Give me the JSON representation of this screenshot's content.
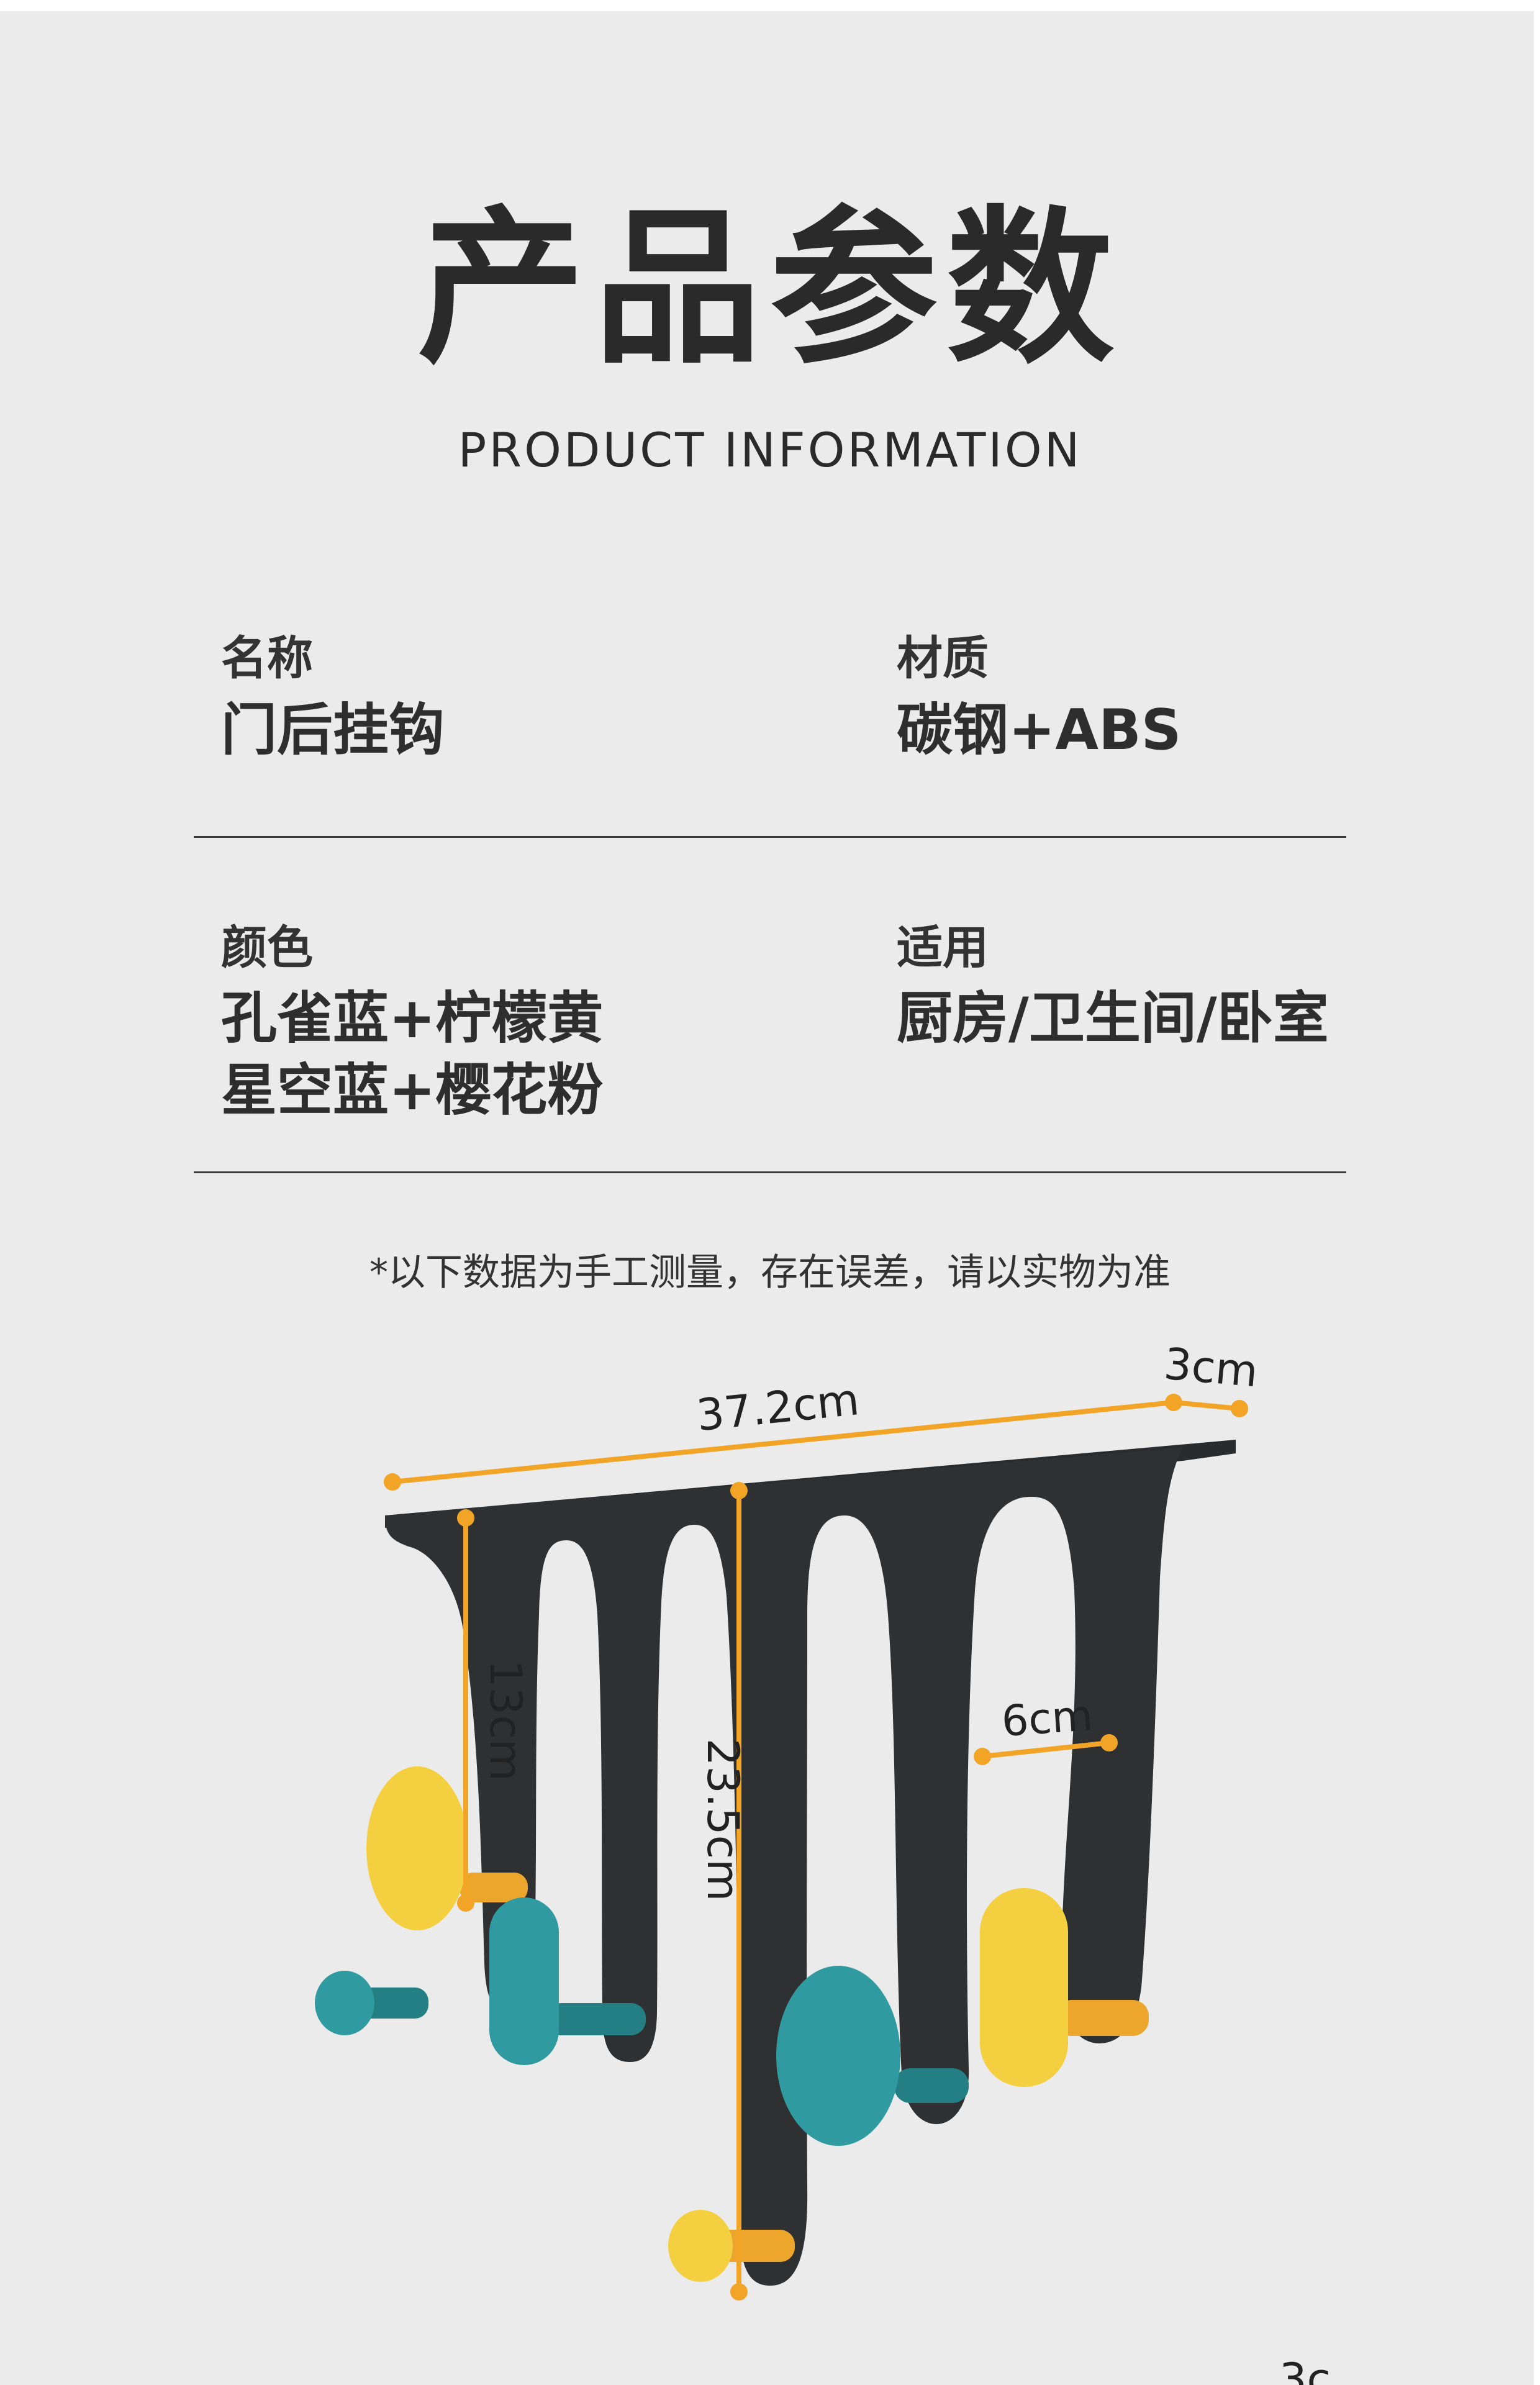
{
  "header": {
    "title": "产品参数",
    "subtitle": "PRODUCT  INFORMATION"
  },
  "specs": {
    "name": {
      "label": "名称",
      "value": "门后挂钩"
    },
    "material": {
      "label": "材质",
      "value": "碳钢+ABS"
    },
    "color": {
      "label": "颜色",
      "value_line1": "孔雀蓝+柠檬黄",
      "value_line2": "星空蓝+樱花粉"
    },
    "usage": {
      "label": "适用",
      "value": "厨房/卫生间/卧室"
    }
  },
  "note": "*以下数据为手工测量，存在误差，请以实物为准",
  "dimensions": {
    "length": "37.2cm",
    "depth": "3cm",
    "short_arm": "13cm",
    "long_arm": "23.5cm",
    "gap": "6cm",
    "partial_bottom": "3c"
  },
  "colors": {
    "background": "#ebebeb",
    "rack": "#2f3032",
    "dimension_line": "#f2a427",
    "teal": "#2f9aa0",
    "yellow": "#f4cf3f",
    "orange": "#eba62b"
  }
}
